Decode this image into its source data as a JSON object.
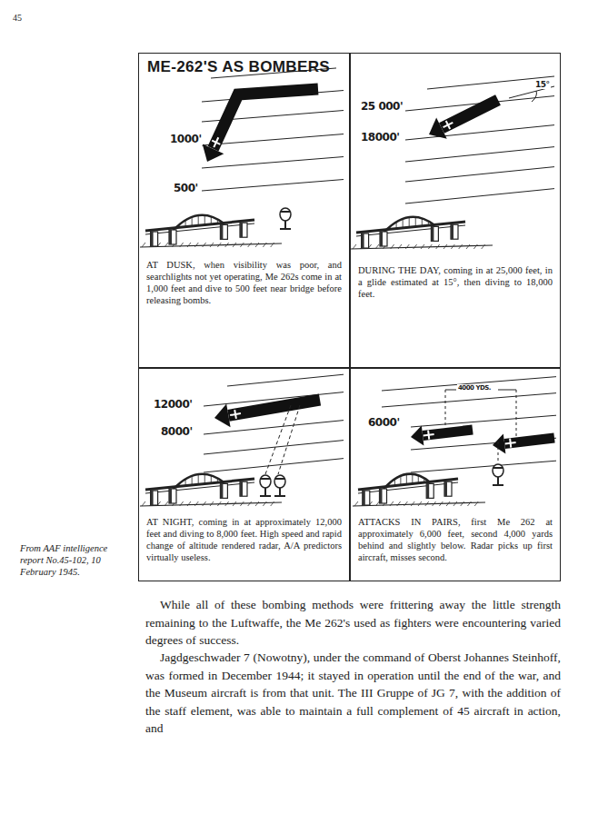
{
  "diagram": {
    "title": "ME-262'S AS BOMBERS",
    "nodes": [
      {
        "text": [
          "AT DUSK, when visibility was poor, and searchlights not yet operating, Me 262s come in at 1,000 feet and dive to 500 feet near bridge before releasing bombs."
        ]
      },
      {
        "text": [
          "DURING THE DAY, coming in at 25,000 feet, in a glide estimated at 15°, then diving to 18,000 feet."
        ]
      },
      {
        "text": [
          "AT NIGHT, coming in at approximately 12,000 feet and diving to 8,000 feet. High speed and rapid change of altitude rendered radar, A/A predictors virtually useless."
        ]
      },
      {
        "text": [
          "ATTACKS IN PAIRS, first Me 262 at approximately 6,000 feet, second 4,000 yards behind and slightly below. Radar picks up first aircraft, misses second."
        ]
      }
    ],
    "labels": [
      "45",
      "1000'",
      "500'",
      "25 000'",
      "18000'",
      "15°",
      "12000'",
      "8000'",
      "4000 YDS.",
      "6000'",
      "From AAF intelligence report No.45-102, 10 February 1945.",
      "While all of these bombing methods were frittering away the little strength remaining to the Luftwaffe, the Me 262's used as fighters were encountering varied degrees of success.",
      "Jagdgeschwader 7 (Nowotny), under the command of Oberst Johannes Steinhoff, was formed in December 1944; it stayed in operation until the end of the war, and the Museum aircraft is from that unit. The III Gruppe of JG 7, with the addition of the staff element, was able to maintain a full complement of 45 aircraft in action, and"
    ]
  }
}
